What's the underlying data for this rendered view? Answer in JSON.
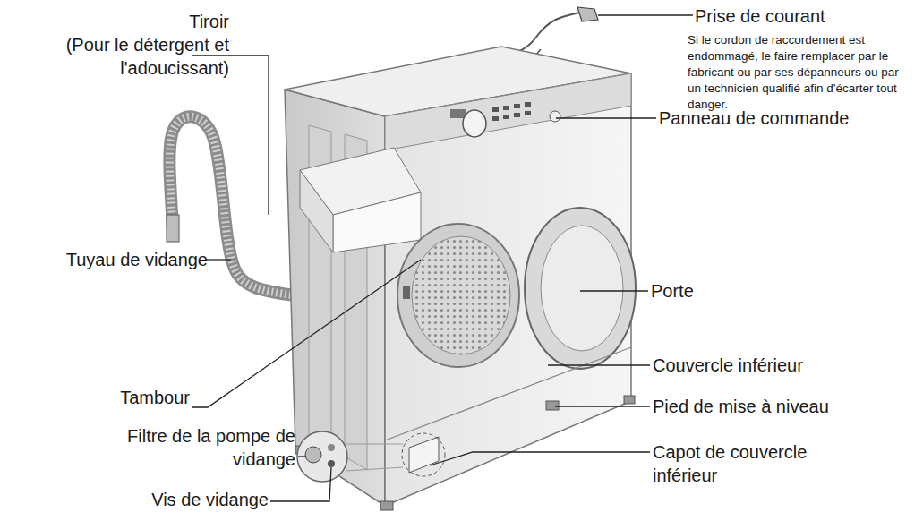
{
  "diagram": {
    "labels": [
      "Prise de courant",
      "Si le cordon de raccordement est endommagé, le faire remplacer par le fabricant ou par ses dépanneurs ou par un technicien qualifié afin d'écarter tout danger.",
      "Tiroir",
      "(Pour le détergent et l'adoucissant)",
      "Panneau de commande",
      "Tuyau de vidange",
      "Porte",
      "Couvercle inférieur",
      "Tambour",
      "Pied de mise à niveau",
      "Filtre de la pompe de vidange",
      "Capot de couvercle inférieur",
      "Vis de vidange"
    ]
  }
}
